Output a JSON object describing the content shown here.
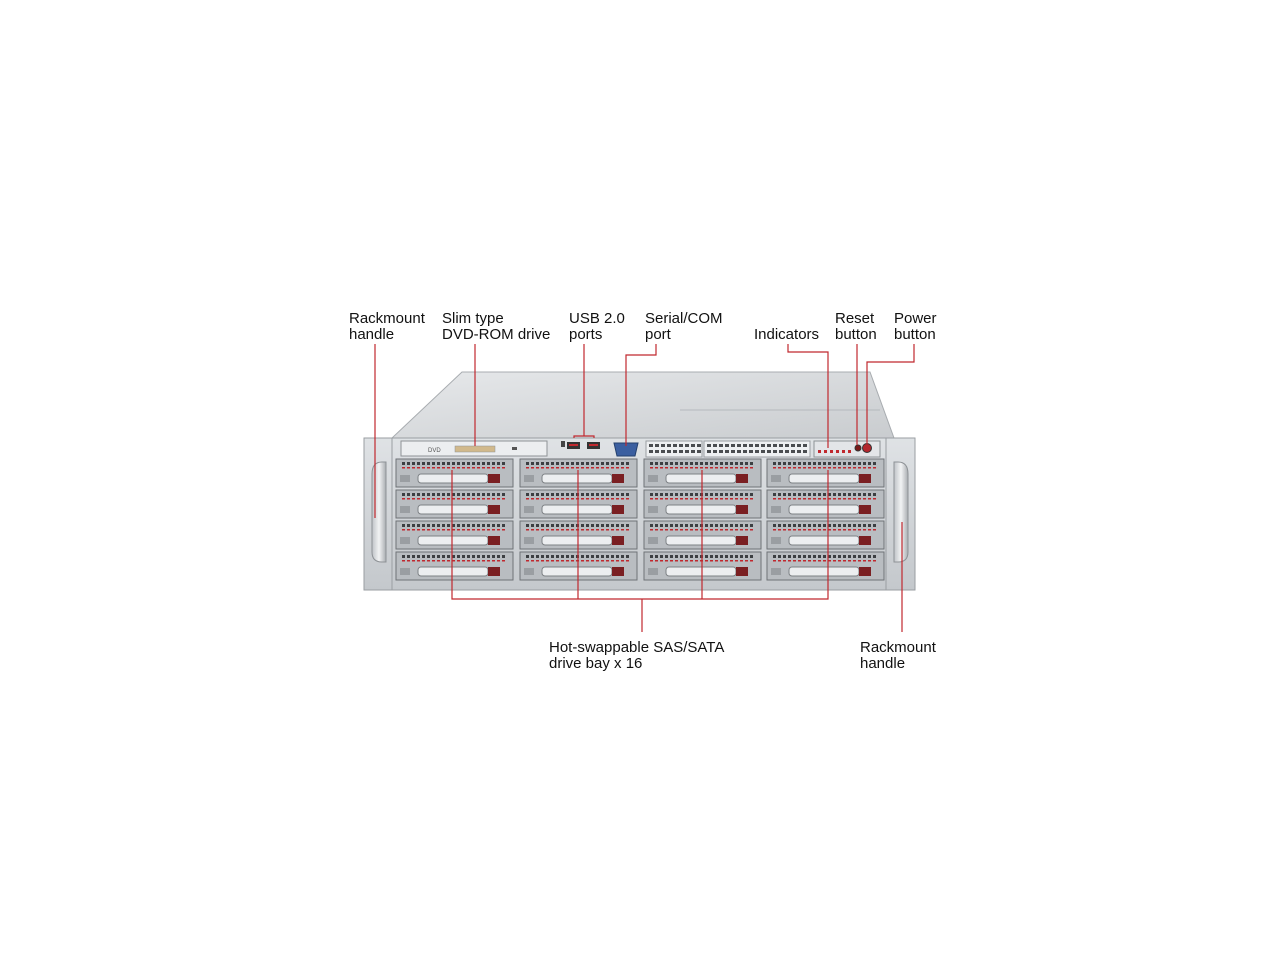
{
  "labels": {
    "rackmount_left": {
      "line1": "Rackmount",
      "line2": "handle"
    },
    "dvd": {
      "line1": "Slim type",
      "line2": "DVD-ROM drive"
    },
    "usb": {
      "line1": "USB 2.0",
      "line2": "ports"
    },
    "serial": {
      "line1": "Serial/COM",
      "line2": "port"
    },
    "indicators": {
      "line1": "Indicators"
    },
    "reset": {
      "line1": "Reset",
      "line2": "button"
    },
    "power": {
      "line1": "Power",
      "line2": "button"
    },
    "drive_bays": {
      "line1": "Hot-swappable SAS/SATA",
      "line2": "drive bay x 16"
    },
    "rackmount_right": {
      "line1": "Rackmount",
      "line2": "handle"
    }
  },
  "dvd_badge": "DVD",
  "drive_bay_count": 16,
  "colors": {
    "callout": "#c0282e",
    "chassis": "#d9dcdf",
    "tray": "#b9bdc1",
    "led": "#c0282e"
  }
}
